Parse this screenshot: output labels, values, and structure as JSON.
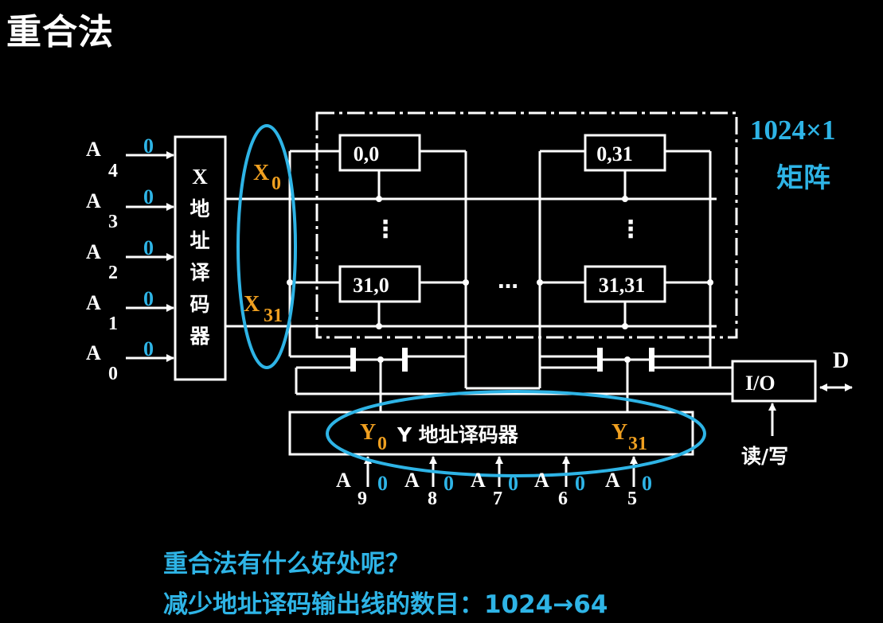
{
  "title": "重合法",
  "matrix_label": {
    "size": "1024×1",
    "word": "矩阵"
  },
  "x_decoder": {
    "chars": [
      "X",
      "地",
      "址",
      "译",
      "码",
      "器"
    ]
  },
  "x_inputs": [
    {
      "name": "A",
      "sub": "4",
      "value": "0"
    },
    {
      "name": "A",
      "sub": "3",
      "value": "0"
    },
    {
      "name": "A",
      "sub": "2",
      "value": "0"
    },
    {
      "name": "A",
      "sub": "1",
      "value": "0"
    },
    {
      "name": "A",
      "sub": "0",
      "value": "0"
    }
  ],
  "x_lines": {
    "first": "X",
    "first_sub": "0",
    "last": "X",
    "last_sub": "31"
  },
  "cells": [
    "0,0",
    "0,31",
    "31,0",
    "31,31"
  ],
  "dots": {
    "vertical": "⋮",
    "horizontal": "…"
  },
  "io": {
    "label": "I/O",
    "data": "D",
    "rw": "读/写"
  },
  "y_decoder": {
    "y0": "Y",
    "y0_sub": "0",
    "label": "Y 地址译码器",
    "y31": "Y",
    "y31_sub": "31"
  },
  "y_inputs": [
    {
      "name": "A",
      "sub": "9",
      "value": "0"
    },
    {
      "name": "A",
      "sub": "8",
      "value": "0"
    },
    {
      "name": "A",
      "sub": "7",
      "value": "0"
    },
    {
      "name": "A",
      "sub": "6",
      "value": "0"
    },
    {
      "name": "A",
      "sub": "5",
      "value": "0"
    }
  ],
  "bottom_text": {
    "line1": "重合法有什么好处呢？",
    "line2": "减少地址译码输出线的数目：1024→64"
  },
  "colors": {
    "accent": "#2eb4e6",
    "orange": "#f0a020",
    "line": "#ffffff"
  }
}
